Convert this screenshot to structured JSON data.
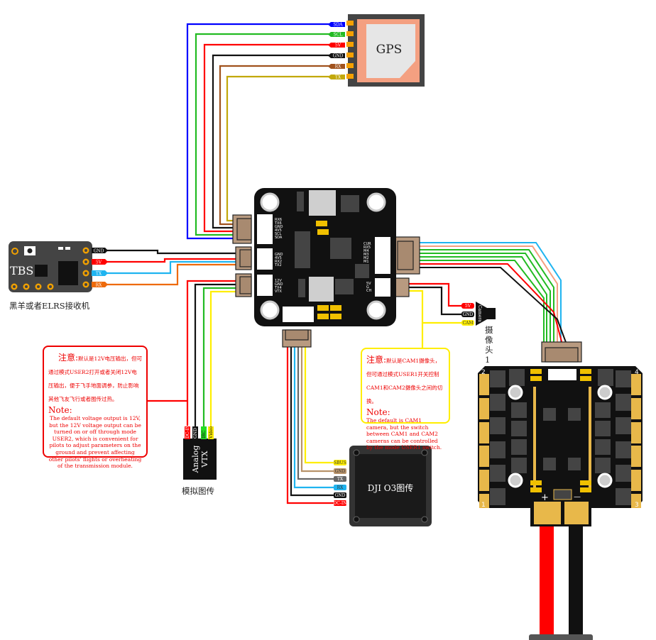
{
  "colors": {
    "red": "#ff0000",
    "black": "#111111",
    "blue": "#0000ff",
    "green": "#22bb22",
    "brown": "#a0521d",
    "olive": "#c2a80a",
    "yellow": "#ffee00",
    "cyan": "#1fb4f0",
    "orange": "#ee6a0a",
    "tan": "#b8936a",
    "gray": "#666666",
    "salmon": "#f4a081",
    "pcb": "#111111",
    "gold": "#f0c000",
    "pad": "#e8b84a"
  },
  "gps": {
    "title": "GPS",
    "pins": [
      "SDA",
      "SCL",
      "5V",
      "GND",
      "RX",
      "TX"
    ]
  },
  "receiver": {
    "brand": "TBS",
    "caption": "黑羊或者ELRS接收机",
    "pins": [
      "GND",
      "5V",
      "TX",
      "RX"
    ]
  },
  "vtx": {
    "title_line1": "Analog",
    "title_line2": "VTX",
    "caption": "模拟图传",
    "pins": [
      "DC-IN",
      "GND",
      "IRC",
      "Video"
    ]
  },
  "dji": {
    "title": "DJI O3图传",
    "pins": [
      "SBUS",
      "GND",
      "TX",
      "RX",
      "GND",
      "DC-IN"
    ]
  },
  "camera": {
    "label": "Camera",
    "caption": "摄像头1",
    "pins": [
      "5V",
      "GND",
      "CAM"
    ]
  },
  "fc": {
    "pads_uart6": [
      "RX6",
      "TX6",
      "GND",
      "4V5",
      "SCL",
      "SDA"
    ],
    "pads_uart2": [
      "GND",
      "4V5",
      "RX2",
      "TX2"
    ],
    "pads_vtx": [
      "12V",
      "GND",
      "TX4",
      "VTX"
    ],
    "pads_esc": [
      "CUR",
      "RX5",
      "M4",
      "M3",
      "M2",
      "M1"
    ],
    "pads_cam": [
      "5V",
      "G",
      "CH"
    ]
  },
  "esc": {
    "motor_numbers": [
      "2",
      "4",
      "1",
      "3"
    ],
    "plus": "+",
    "minus": "—"
  },
  "note_vtx": {
    "heading": "注意:",
    "cn": "默认是12V电压输出，但可通过模式USER2打开或者关闭12V电压输出，便于飞手地面调参，防止影响其他飞友飞行或者图传过热。",
    "note": "Note:",
    "en": "The default voltage output is 12V, but the 12V voltage output can be turned on or off through mode USER2, which is convenient for pilots to adjust parameters on the ground and prevent affecting other pilots' flights or overheating of the transmission module."
  },
  "note_cam": {
    "heading": "注意:",
    "cn": "默认是CAM1摄像头，但可通过模式USER1开关控制CAM1和CAM2摄像头之间的切换。",
    "note": "Note:",
    "en": "The default is CAM1 camera, but the switch between CAM1 and CAM2 cameras can be controlled by the mode USER1 switch."
  }
}
